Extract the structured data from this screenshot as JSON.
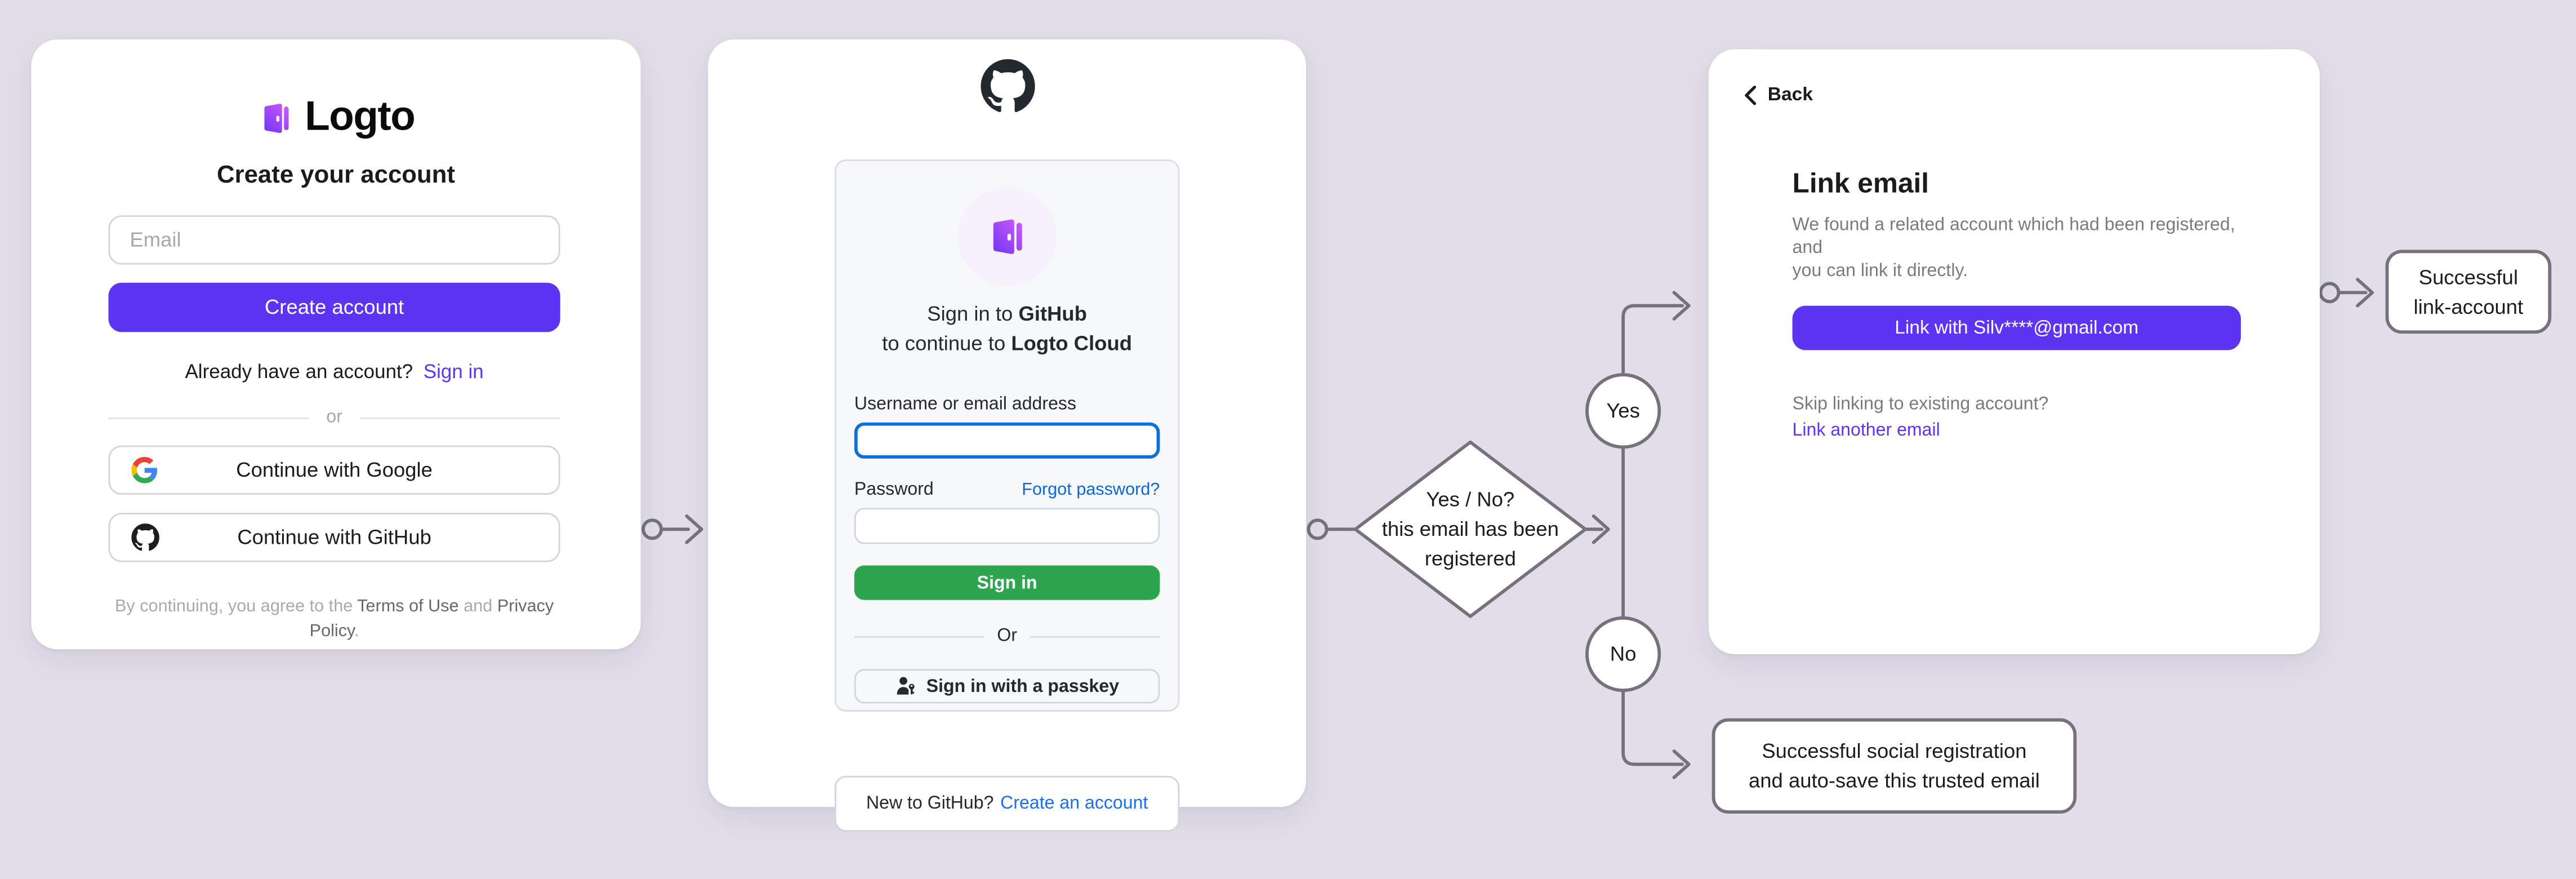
{
  "colors": {
    "page_background": "#e1dee9",
    "accent_purple": "#5d34f2",
    "github_green": "#2da44e",
    "focus_blue": "#0d70d8",
    "github_link_blue": "#0969da",
    "connector_gray": "#75727e"
  },
  "left_card": {
    "brand": "Logto",
    "title": "Create your account",
    "email_placeholder": "Email",
    "create_button": "Create account",
    "signin_prompt": "Already have an account?",
    "signin_link": "Sign in",
    "divider": "or",
    "google_button": "Continue with Google",
    "github_button": "Continue with GitHub",
    "terms_prefix": "By continuing, you agree to the ",
    "terms_of_use": "Terms of Use",
    "terms_and": " and ",
    "privacy_policy": "Privacy Policy",
    "terms_suffix": "."
  },
  "github_card": {
    "heading_line1_prefix": "Sign in to ",
    "heading_line1_bold": "GitHub",
    "heading_line2_prefix": "to continue to ",
    "heading_line2_bold": "Logto Cloud",
    "username_label": "Username or email address",
    "username_value": "",
    "password_label": "Password",
    "password_value": "",
    "forgot_link": "Forgot password?",
    "signin_button": "Sign in",
    "or_divider": "Or",
    "passkey_button": "Sign in with a passkey",
    "new_prompt": "New to GitHub?",
    "create_link": "Create an account"
  },
  "link_card": {
    "back_label": "Back",
    "title": "Link email",
    "desc_line1": "We found a related account which had been registered, and",
    "desc_line2": "you can link it directly.",
    "link_button": "Link with Silv****@gmail.com",
    "skip_text": "Skip linking to existing account?",
    "another_link": "Link another email"
  },
  "flow": {
    "diamond_line1": "Yes / No?",
    "diamond_line2": "this email has been",
    "diamond_line3": "registered",
    "yes_label": "Yes",
    "no_label": "No",
    "link_box_line1": "Successful",
    "link_box_line2": "link-account",
    "social_box_line1": "Successful social registration",
    "social_box_line2": "and auto-save this trusted email"
  }
}
